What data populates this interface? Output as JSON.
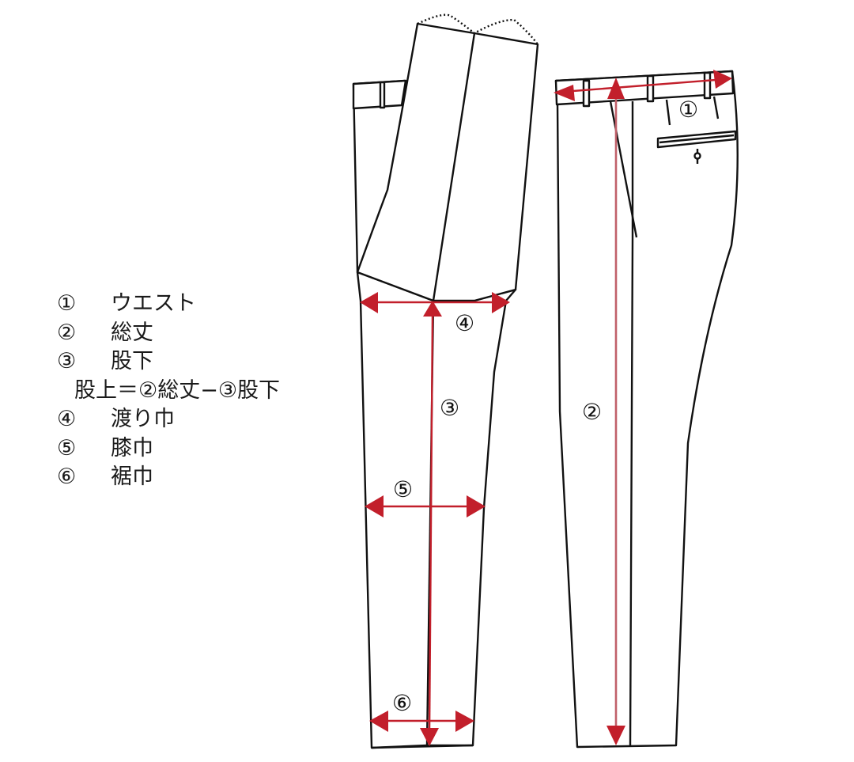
{
  "legend": {
    "items": [
      {
        "marker": "①",
        "label": "ウエスト"
      },
      {
        "marker": "②",
        "label": "総丈"
      },
      {
        "marker": "③",
        "label": "股下"
      },
      {
        "marker": "",
        "label": "股上＝②総丈−③股下"
      },
      {
        "marker": "④",
        "label": "渡り巾"
      },
      {
        "marker": "⑤",
        "label": "膝巾"
      },
      {
        "marker": "⑥",
        "label": "裾巾"
      }
    ]
  },
  "diagram": {
    "measure_color": "#c21f2b",
    "line_color": "#111111",
    "markers": {
      "waist": "①",
      "total_length": "②",
      "inseam": "③",
      "thigh_width": "④",
      "knee_width": "⑤",
      "hem_width": "⑥"
    }
  }
}
